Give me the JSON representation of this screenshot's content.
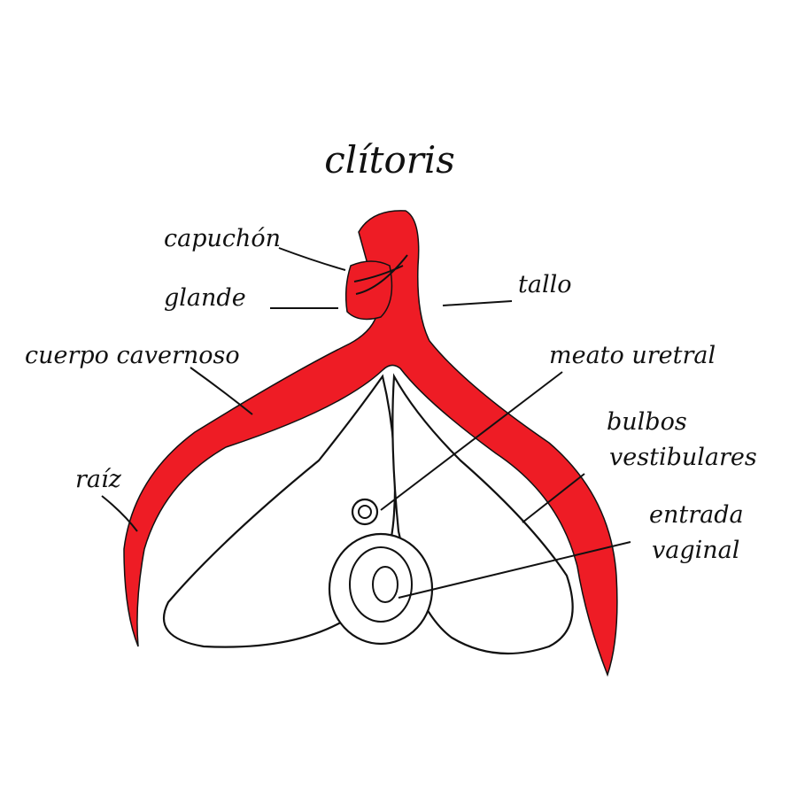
{
  "title": "clítoris",
  "colors": {
    "organ": "#ee1c25",
    "ink": "#111111",
    "background": "#ffffff"
  },
  "labels": {
    "capuchon": "capuchón",
    "glande": "glande",
    "tallo": "tallo",
    "cuerpo_cavernoso": "cuerpo cavernoso",
    "meato_uretral": "meato uretral",
    "bulbos_line1": "bulbos",
    "bulbos_line2": "vestibulares",
    "raiz": "raíz",
    "entrada_line1": "entrada",
    "entrada_line2": "vaginal"
  }
}
